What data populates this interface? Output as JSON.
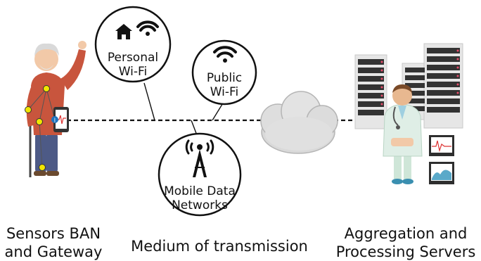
{
  "bubbles": {
    "personal_wifi": {
      "line1": "Personal",
      "line2": "Wi-Fi",
      "icon": "home-wifi-icon"
    },
    "public_wifi": {
      "line1": "Public",
      "line2": "Wi-Fi",
      "icon": "wifi-icon"
    },
    "mobile_data": {
      "line1": "Mobile Data",
      "line2": "Networks",
      "icon": "cell-tower-icon"
    }
  },
  "labels": {
    "left_line1": "Sensors BAN",
    "left_line2": "and Gateway",
    "center": "Medium of transmission",
    "right_line1": "Aggregation and",
    "right_line2": "Processing Servers"
  },
  "colors": {
    "shirt": "#c8553d",
    "pants": "#4d5a86",
    "sensor": "#f1e600",
    "cloud": "#d9d9d9",
    "server": "#e6e6e6",
    "coat": "#dfeee6"
  }
}
